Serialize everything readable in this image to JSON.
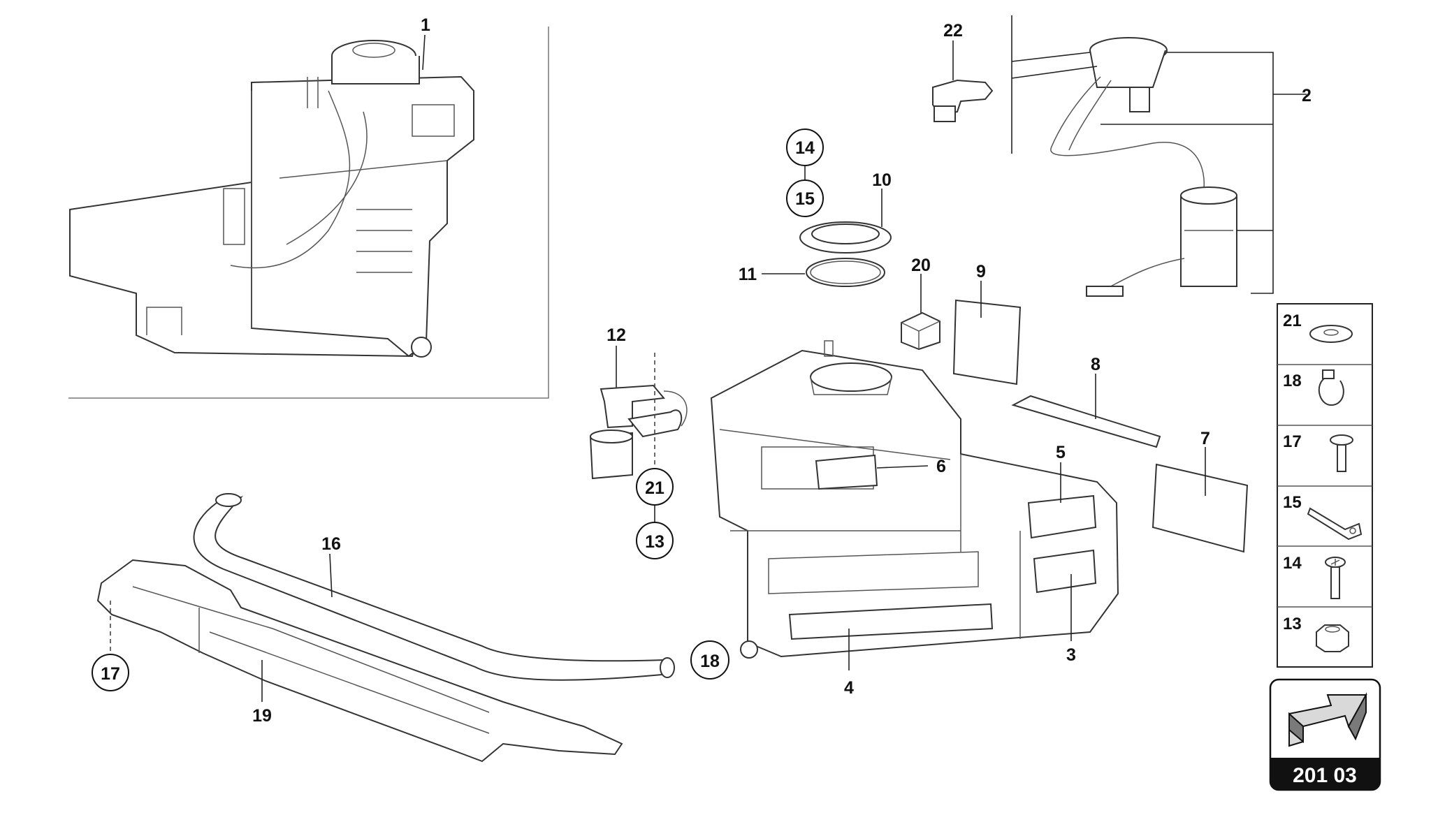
{
  "callouts": {
    "n1": "1",
    "n2": "2",
    "n3": "3",
    "n4": "4",
    "n5": "5",
    "n6": "6",
    "n7": "7",
    "n8": "8",
    "n9": "9",
    "n10": "10",
    "n11": "11",
    "n12": "12",
    "n13": "13",
    "n14": "14",
    "n15": "15",
    "n16": "16",
    "n17": "17",
    "n18": "18",
    "n19": "19",
    "n20": "20",
    "n21": "21",
    "n22": "22"
  },
  "kit_panel": {
    "items": [
      "21",
      "18",
      "17",
      "15",
      "14",
      "13"
    ]
  },
  "reference": {
    "code": "201 03",
    "icon": "arrow-right-up-icon"
  }
}
